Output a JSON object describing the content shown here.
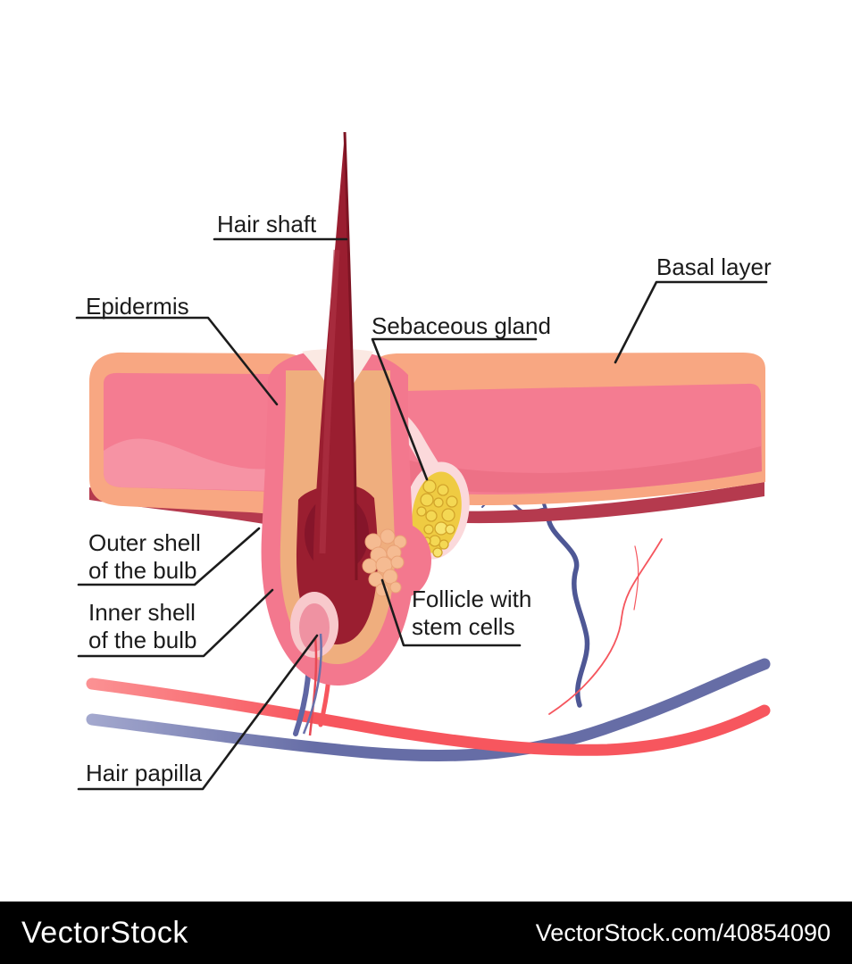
{
  "figure": {
    "labels": {
      "hair_shaft": "Hair shaft",
      "basal_layer": "Basal layer",
      "epidermis": "Epidermis",
      "sebaceous_gland": "Sebaceous gland",
      "outer_shell_line1": "Outer shell",
      "outer_shell_line2": "of the bulb",
      "inner_shell_line1": "Inner shell",
      "inner_shell_line2": "of the bulb",
      "follicle_line1": "Follicle with",
      "follicle_line2": "stem cells",
      "hair_papilla": "Hair papilla"
    },
    "palette": {
      "skin_peach": "#F8A782",
      "dermis_pink": "#F47C91",
      "dermis_light": "#F693A4",
      "dermis_dark_edge": "#B53A4E",
      "band_shadow": "#ED7186",
      "follicle_pink": "#F3788E",
      "follicle_peach": "#EFAE7E",
      "hair_dark": "#9A1E30",
      "hair_core": "#85152A",
      "papilla_ring": "#F8C9CC",
      "papilla_fill": "#EF92A2",
      "gland_casing": "#FBD9DB",
      "gland_yellow": "#EFCB42",
      "gland_bubble": "#F4D853",
      "gland_bubble_stroke": "#D2A42B",
      "stem_cell": "#F5BB92",
      "artery_red": "#F7565E",
      "vein_blue": "#666DA6",
      "vein_tree": "#4E5795",
      "callout_line": "#1C1C1C"
    }
  },
  "watermark": {
    "brand": "VectorStock",
    "credit": "VectorStock.com/40854090",
    "bar_color": "#000000",
    "text_color": "#FFFFFF"
  }
}
